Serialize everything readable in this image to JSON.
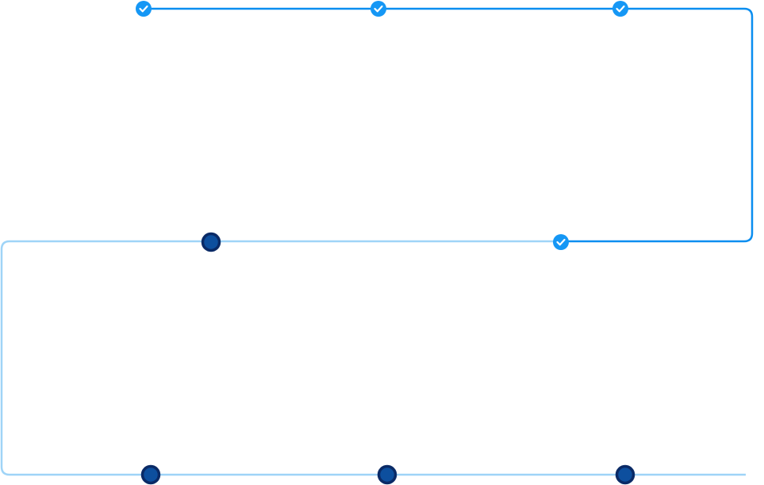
{
  "colors": {
    "completed_line": "#0a8ef0",
    "pending_line": "#9fd4f7",
    "completed_node": "#1597f5",
    "pending_node_fill": "#0d4f9e",
    "pending_node_ring": "#0a2a66",
    "check": "#ffffff"
  },
  "steps": [
    {
      "status": "completed"
    },
    {
      "status": "completed"
    },
    {
      "status": "completed"
    },
    {
      "status": "completed"
    },
    {
      "status": "pending"
    },
    {
      "status": "pending"
    },
    {
      "status": "pending"
    },
    {
      "status": "pending"
    }
  ]
}
